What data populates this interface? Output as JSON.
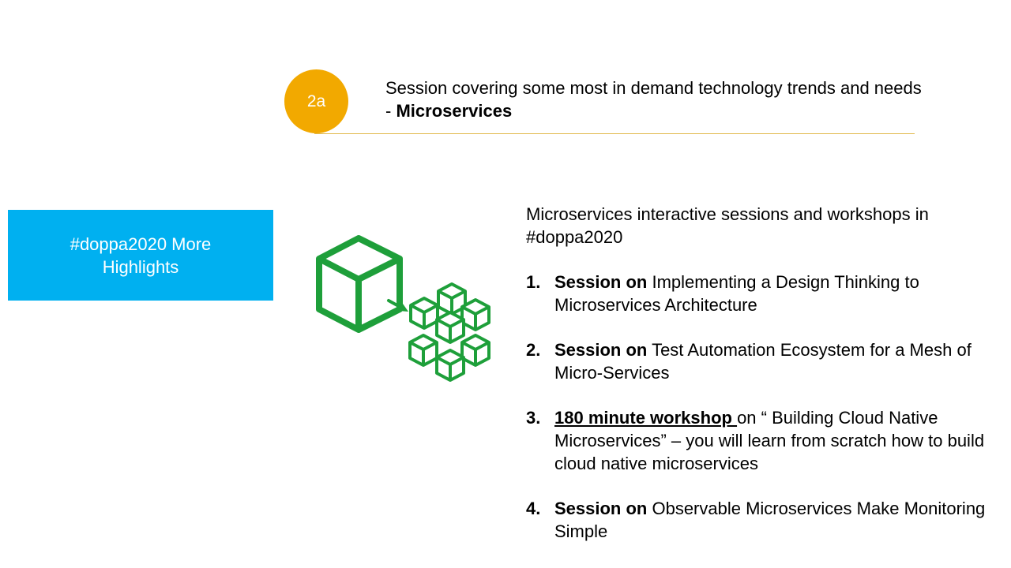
{
  "header": {
    "badge": "2a",
    "text": "Session covering some most in demand technology trends and needs - ",
    "emphasis": "Microservices"
  },
  "side_box": {
    "text": "#doppa2020 More Highlights"
  },
  "icon": {
    "name": "microservices-cubes-icon",
    "color": "#1e9f3a"
  },
  "content": {
    "intro": "Microservices interactive sessions and workshops in #doppa2020",
    "items": [
      {
        "number": "1.",
        "lead": "Session on",
        "text": " Implementing a Design Thinking to Microservices Architecture"
      },
      {
        "number": "2.",
        "lead": "Session on",
        "text": " Test Automation Ecosystem for a Mesh of Micro-Services"
      },
      {
        "number": "3.",
        "lead": "180 minute workshop ",
        "text": "on “ Building Cloud Native Microservices” – you will learn from scratch how to build cloud native microservices"
      },
      {
        "number": "4.",
        "lead": "Session on",
        "text": " Observable Microservices Make Monitoring Simple"
      }
    ]
  },
  "colors": {
    "badge": "#f2a900",
    "side_box": "#00b0f0",
    "rule": "#e0b84a",
    "icon": "#1e9f3a"
  }
}
